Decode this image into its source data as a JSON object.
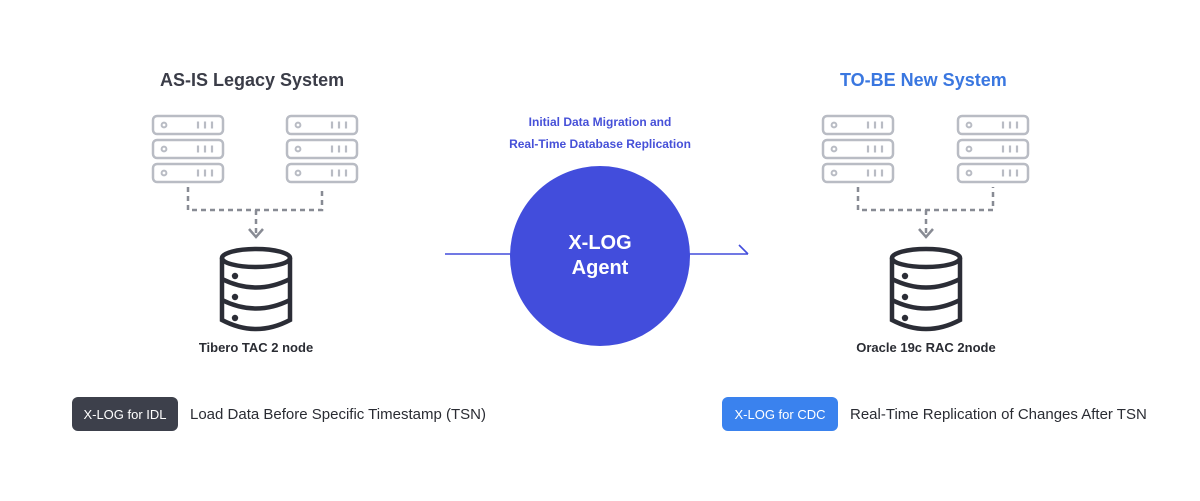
{
  "legacy": {
    "title": "AS-IS Legacy System",
    "node_label": "Tibero TAC 2 node"
  },
  "target": {
    "title": "TO-BE New System",
    "node_label": "Oracle 19c RAC 2node"
  },
  "agent": {
    "caption_line1": "Initial Data Migration and",
    "caption_line2": "Real-Time Database Replication",
    "label_line1": "X-LOG",
    "label_line2": "Agent"
  },
  "legend": {
    "idl_badge": "X-LOG for IDL",
    "idl_text": "Load Data Before Specific Timestamp (TSN)",
    "cdc_badge": "X-LOG for CDC",
    "cdc_text": "Real-Time Replication of Changes After TSN"
  },
  "colors": {
    "server_outline": "#b9bcc4",
    "database": "#2b2d36",
    "flow_line": "#424ddc",
    "legacy_title": "#3b3d48",
    "new_title": "#3a77e0",
    "idl_badge": "#3d404b",
    "cdc_badge": "#3a82ee"
  }
}
